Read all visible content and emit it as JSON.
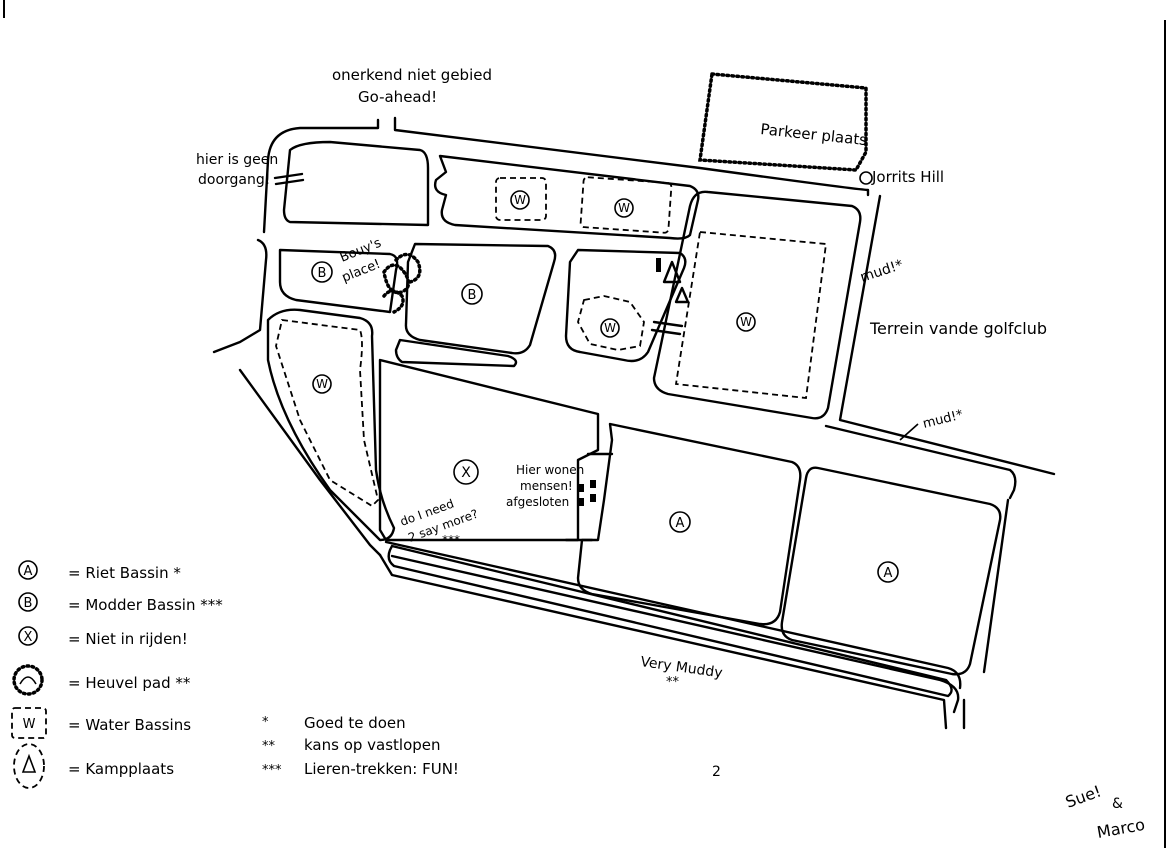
{
  "labels": {
    "unrecognized_area_1": "onerkend niet gebied",
    "unrecognized_area_2": "Go-ahead!",
    "no_passage_1": "hier is geen",
    "no_passage_2": "doorgang!",
    "parking": "Parkeer plaats",
    "jorrits_hill": "Jorrits Hill",
    "bouys_place_1": "Bouy's",
    "bouys_place_2": "place!",
    "mud_north": "mud!*",
    "golf_club": "Terrein vande golfclub",
    "mud_east": "mud!*",
    "people_1": "Hier wonen",
    "people_2": "mensen!",
    "people_3": "afgesloten",
    "do_i_need_1": "do I need",
    "do_i_need_2": "2 say more?",
    "do_i_need_3": "***",
    "very_muddy_1": "Very Muddy",
    "very_muddy_2": "**",
    "signature_1": "Sue!",
    "signature_2": "&",
    "signature_3": "Marco",
    "stray_mark": "2"
  },
  "basin_marks": {
    "a": "A",
    "b": "B",
    "x": "X",
    "w": "W"
  },
  "legend": [
    {
      "symbol": "A",
      "text": "= Riet Bassin *"
    },
    {
      "symbol": "B",
      "text": "= Modder Bassin ***"
    },
    {
      "symbol": "X",
      "text": "= Niet in rijden!"
    },
    {
      "symbol": "hill",
      "text": "= Heuvel pad **"
    },
    {
      "symbol": "W",
      "text": "= Water Bassins"
    },
    {
      "symbol": "camp",
      "text": "= Kampplaats"
    }
  ],
  "rating_key": [
    {
      "stars": "*",
      "text": "Goed te doen"
    },
    {
      "stars": "**",
      "text": "kans op vastlopen"
    },
    {
      "stars": "***",
      "text": "Lieren-trekken: FUN!"
    }
  ]
}
